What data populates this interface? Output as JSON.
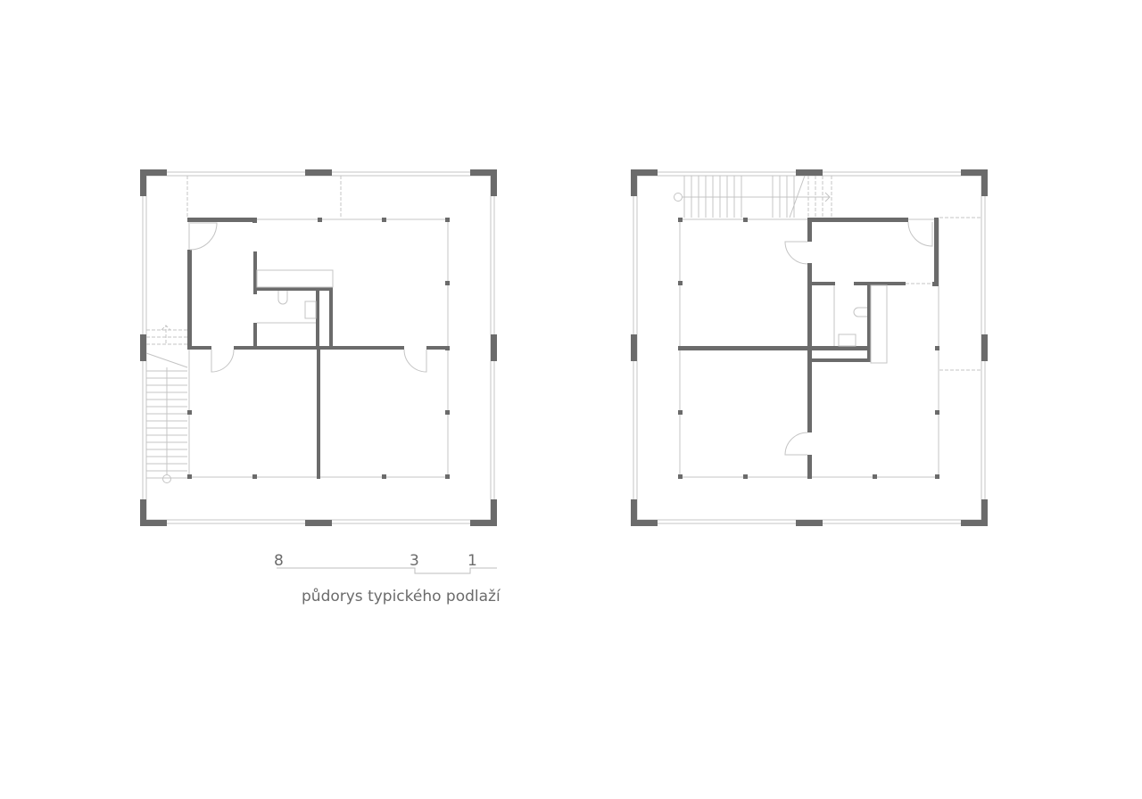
{
  "scale_bar": {
    "labels": [
      "8",
      "3",
      "1"
    ]
  },
  "caption": "půdorys typického podlaží",
  "plans": [
    {
      "name": "floor-plan-left"
    },
    {
      "name": "floor-plan-right"
    }
  ]
}
